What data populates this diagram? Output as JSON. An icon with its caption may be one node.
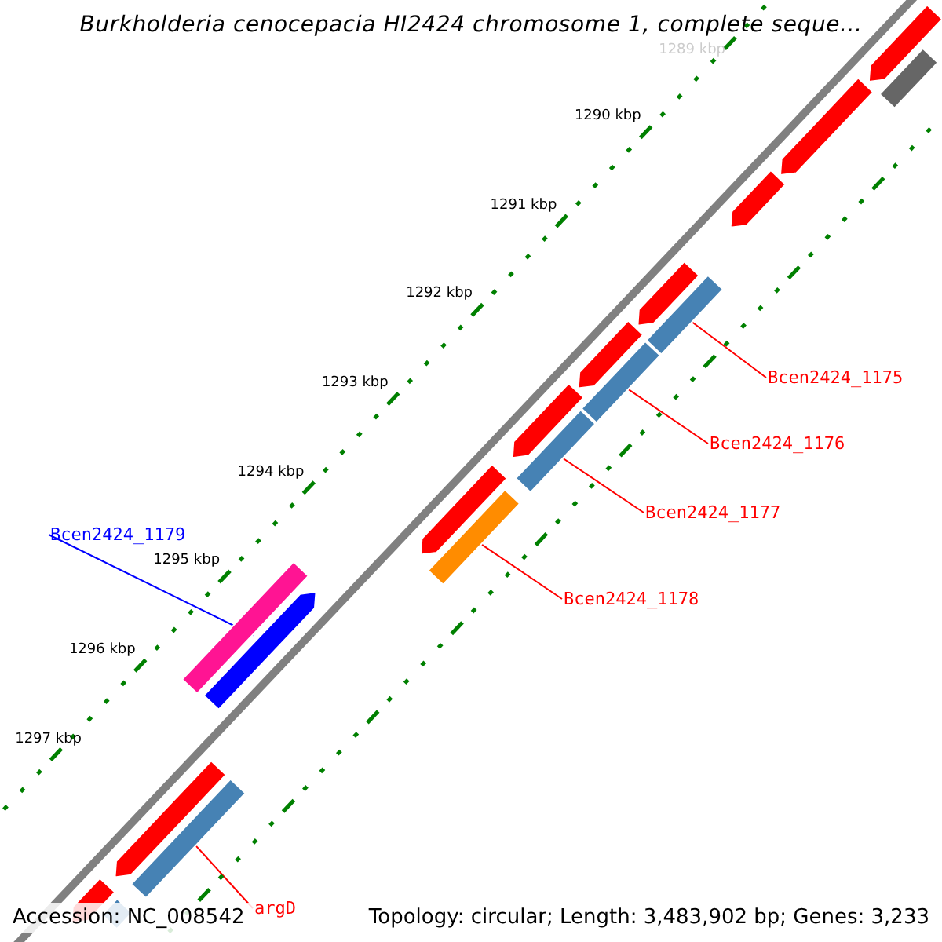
{
  "diagram": {
    "title": "Burkholderia cenocepacia HI2424 chromosome 1, complete seque...",
    "nodes": [
      {
        "text": [
          "Bcen2424_1175"
        ]
      },
      {
        "text": [
          "Bcen2424_1176"
        ]
      },
      {
        "text": [
          "Bcen2424_1177"
        ]
      },
      {
        "text": [
          "Bcen2424_1178"
        ]
      },
      {
        "text": [
          "Bcen2424_1179"
        ]
      },
      {
        "text": [
          "argD"
        ]
      },
      {
        "text": [],
        "shape": "bar"
      },
      {
        "text": [],
        "shape": "bar"
      },
      {
        "text": [],
        "shape": "bar"
      },
      {
        "text": [],
        "shape": "bar"
      },
      {
        "text": [],
        "shape": "bar"
      },
      {
        "text": [],
        "shape": "bar"
      },
      {
        "text": [],
        "shape": "bar"
      },
      {
        "text": [],
        "shape": "bar"
      },
      {
        "text": [],
        "shape": "bar"
      },
      {
        "text": [],
        "shape": "bar"
      },
      {
        "text": [],
        "shape": "bar"
      },
      {
        "text": [],
        "shape": "bar"
      },
      {
        "text": [],
        "shape": "bar"
      },
      {
        "text": [],
        "shape": "bar"
      },
      {
        "text": [],
        "shape": "bar"
      },
      {
        "text": [],
        "shape": "bar"
      },
      {
        "text": [],
        "shape": "bar"
      },
      {
        "text": [],
        "shape": "bar"
      }
    ],
    "edges": [
      {
        "from": 0,
        "to": 6,
        "arrow": "none"
      },
      {
        "from": 1,
        "to": 7,
        "arrow": "none"
      },
      {
        "from": 2,
        "to": 8,
        "arrow": "none"
      },
      {
        "from": 3,
        "to": 9,
        "arrow": "none"
      },
      {
        "from": 4,
        "to": 10,
        "arrow": "none",
        "color": "#0000ff"
      },
      {
        "from": 5,
        "to": 11,
        "arrow": "none"
      }
    ],
    "labels": [
      "1289 kbp",
      "1290 kbp",
      "1291 kbp",
      "1292 kbp",
      "1293 kbp",
      "1294 kbp",
      "1295 kbp",
      "1296 kbp",
      "1297 kbp",
      "Accession: NC_008542",
      "Topology: circular; Length: 3,483,902 bp; Genes: 3,233"
    ]
  }
}
